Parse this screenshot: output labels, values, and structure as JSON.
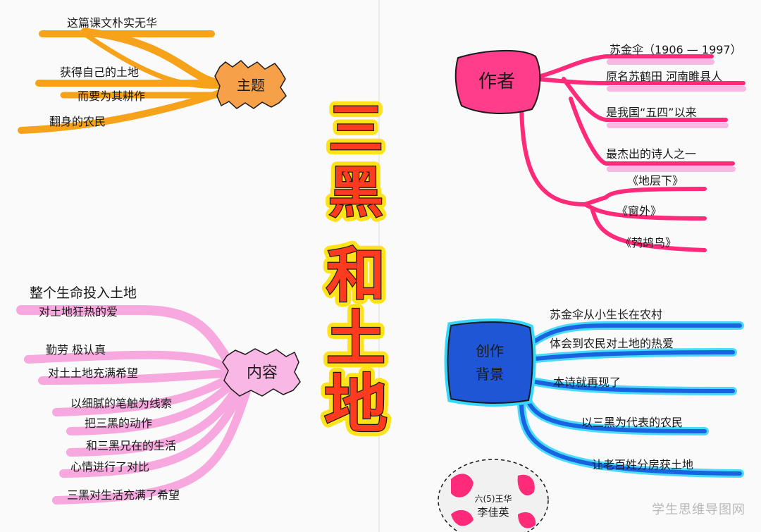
{
  "title_chars": [
    "三",
    "黑",
    "和",
    "土",
    "地"
  ],
  "theme": {
    "label": "主题",
    "items": [
      "这篇课文朴实无华",
      "获得自己的土地",
      "而要为其耕作",
      "翻身的农民"
    ]
  },
  "author": {
    "label": "作者",
    "items": [
      "苏金伞（1906 — 1997）",
      "原名苏鹤田 河南睢县人",
      "是我国“五四”以来",
      "最杰出的诗人之一",
      "《地层下》",
      "《窗外》",
      "《鹁鸪鸟》"
    ]
  },
  "content": {
    "label": "内容",
    "items": [
      "整个生命投入土地",
      "对土地狂热的爱",
      "勤劳 极认真",
      "对土土地充满希望",
      "以细腻的笔触为线索",
      "把三黑的动作",
      "和三黑兄在的生活",
      "心情进行了对比",
      "三黑对生活充满了希望"
    ]
  },
  "background": {
    "label_line1": "创作",
    "label_line2": "背景",
    "items": [
      "苏金伞从小生长在农村",
      "体会到农民对土地的热爱",
      "本诗就再现了",
      "以三黑为代表的农民",
      "让老百姓分房获土地"
    ]
  },
  "signature": {
    "line1": "六(5)王华",
    "line2": "李佳英"
  },
  "watermark": "学生思维导图网",
  "colors": {
    "orange": "#f7a21b",
    "pink_dark": "#ff2a7a",
    "pink_light": "#f7a8de",
    "blue": "#1a63e0",
    "cyan": "#34d7ff",
    "title_fill": "#ff3b1f",
    "title_glow": "#ffe21a"
  }
}
